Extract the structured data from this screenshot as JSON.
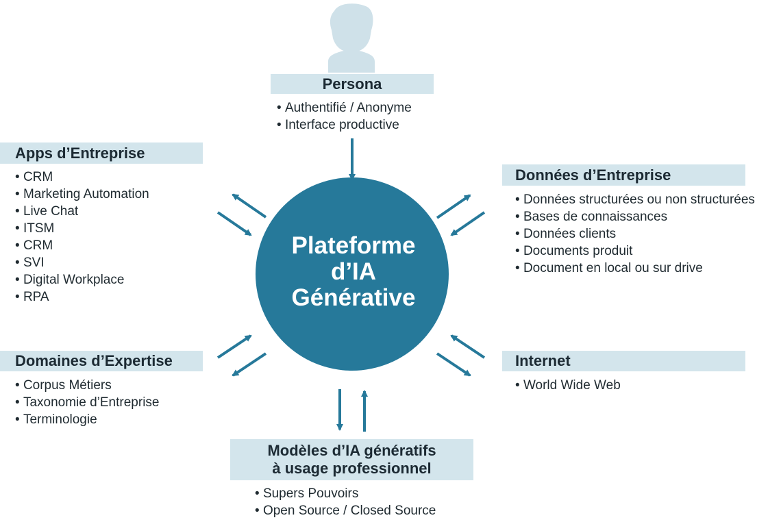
{
  "colors": {
    "accent": "#26799a",
    "header_bg": "#d3e5ec",
    "persona_icon": "#cfe1e9"
  },
  "icons": {
    "persona": "person-silhouette-icon",
    "arrow": "arrow-icon"
  },
  "center": {
    "lines": [
      "Plateforme",
      "d’IA",
      "Générative"
    ]
  },
  "persona": {
    "title": "Persona",
    "items": [
      "Authentifié / Anonyme",
      "Interface productive"
    ]
  },
  "apps": {
    "title": "Apps d’Entreprise",
    "items": [
      "CRM",
      "Marketing Automation",
      "Live Chat",
      "ITSM",
      "CRM",
      "SVI",
      "Digital Workplace",
      "RPA"
    ]
  },
  "donnees": {
    "title": "Données d’Entreprise",
    "items": [
      "Données structurées ou non structurées",
      "Bases de connaissances",
      "Données clients",
      "Documents produit",
      "Document en local ou sur drive"
    ]
  },
  "domaines": {
    "title": "Domaines d’Expertise",
    "items": [
      "Corpus Métiers",
      "Taxonomie d’Entreprise",
      "Terminologie"
    ]
  },
  "internet": {
    "title": "Internet",
    "items": [
      "World Wide Web"
    ]
  },
  "modeles": {
    "title_lines": [
      "Modèles d’IA génératifs",
      "à usage professionnel"
    ],
    "items": [
      "Supers Pouvoirs",
      "Open Source / Closed Source"
    ]
  }
}
